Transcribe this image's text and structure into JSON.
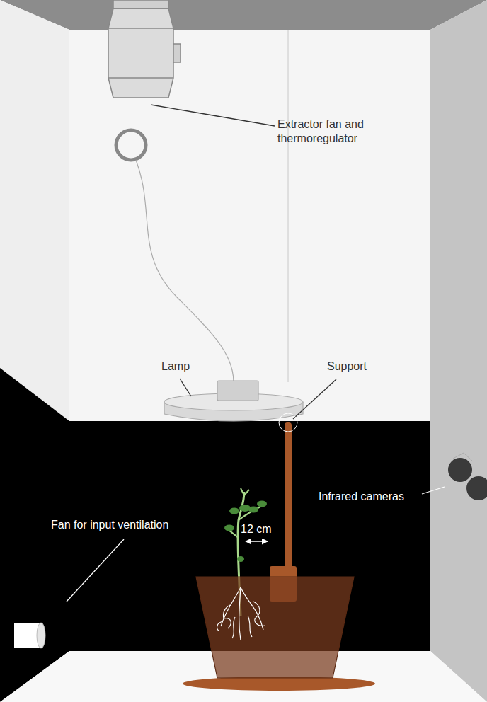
{
  "diagram": {
    "labels": [
      "Extractor fan and thermoregulator",
      "Lamp",
      "Support",
      "Infrared cameras",
      "Fan for input ventilation",
      "12 cm"
    ]
  }
}
